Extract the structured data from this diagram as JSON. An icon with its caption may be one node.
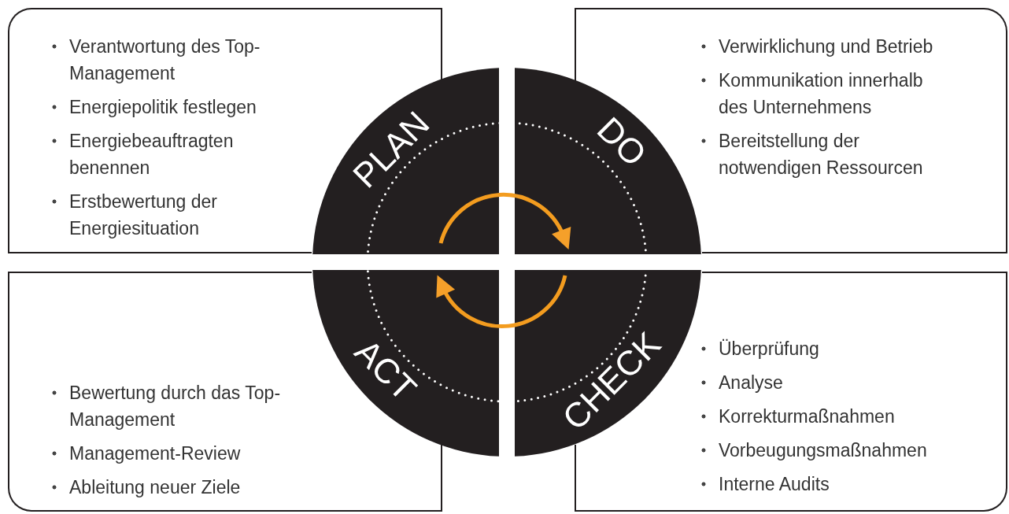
{
  "diagram": {
    "nodes": [
      {
        "text": [
          "Verantwortung des Top-Management",
          "Energiepolitik festlegen",
          "Energiebeauftragten benennen",
          "Erstbewertung der Energiesituation"
        ]
      },
      {
        "text": [
          "Verwirklichung und Betrieb",
          "Kommunikation innerhalb des Unternehmens",
          "Bereitstellung der notwendigen Ressourcen"
        ]
      },
      {
        "text": [
          "Bewertung durch das Top-Management",
          "Management-Review",
          "Ableitung neuer Ziele"
        ]
      },
      {
        "text": [
          "Überprüfung",
          "Analyse",
          "Korrekturmaßnahmen",
          "Vorbeugungsmaßnahmen",
          "Interne Audits"
        ]
      },
      {
        "text": [
          "PLAN"
        ]
      },
      {
        "text": [
          "DO"
        ]
      },
      {
        "text": [
          "CHECK"
        ]
      },
      {
        "text": [
          "ACT"
        ]
      }
    ],
    "edges": [
      {
        "from": 4,
        "to": 5,
        "arrow": "to"
      },
      {
        "from": 6,
        "to": 7,
        "arrow": "to"
      }
    ]
  }
}
